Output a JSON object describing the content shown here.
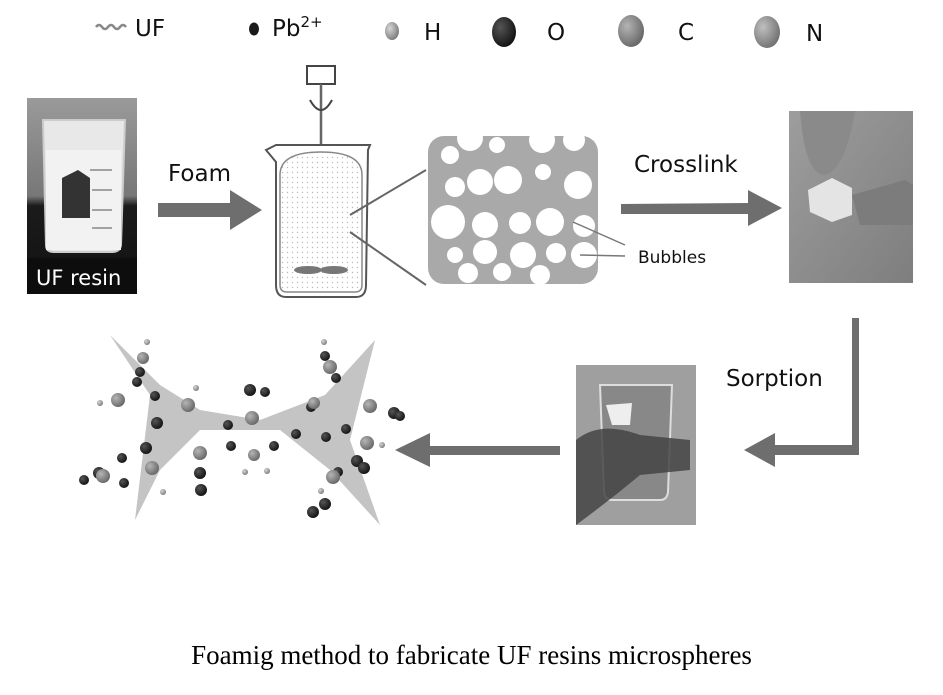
{
  "legend": [
    {
      "symbol": "uf-chain",
      "label": "UF"
    },
    {
      "symbol": "pb-dot",
      "label": "Pb",
      "superscript": "2+"
    },
    {
      "symbol": "h-sphere",
      "label": "H"
    },
    {
      "symbol": "o-sphere",
      "label": "O"
    },
    {
      "symbol": "c-sphere",
      "label": "C"
    },
    {
      "symbol": "n-sphere",
      "label": "N"
    }
  ],
  "steps": {
    "uf_resin_label": "UF resin",
    "foam_label": "Foam",
    "crosslink_label": "Crosslink",
    "bubbles_label": "Bubbles",
    "sorption_label": "Sorption"
  },
  "colors": {
    "arrow": "#6e6e6e",
    "foam_matrix": "#a9a9a9",
    "pb_dot": "#1a1a1a"
  },
  "caption": "Foamig method to fabricate UF resins microspheres"
}
